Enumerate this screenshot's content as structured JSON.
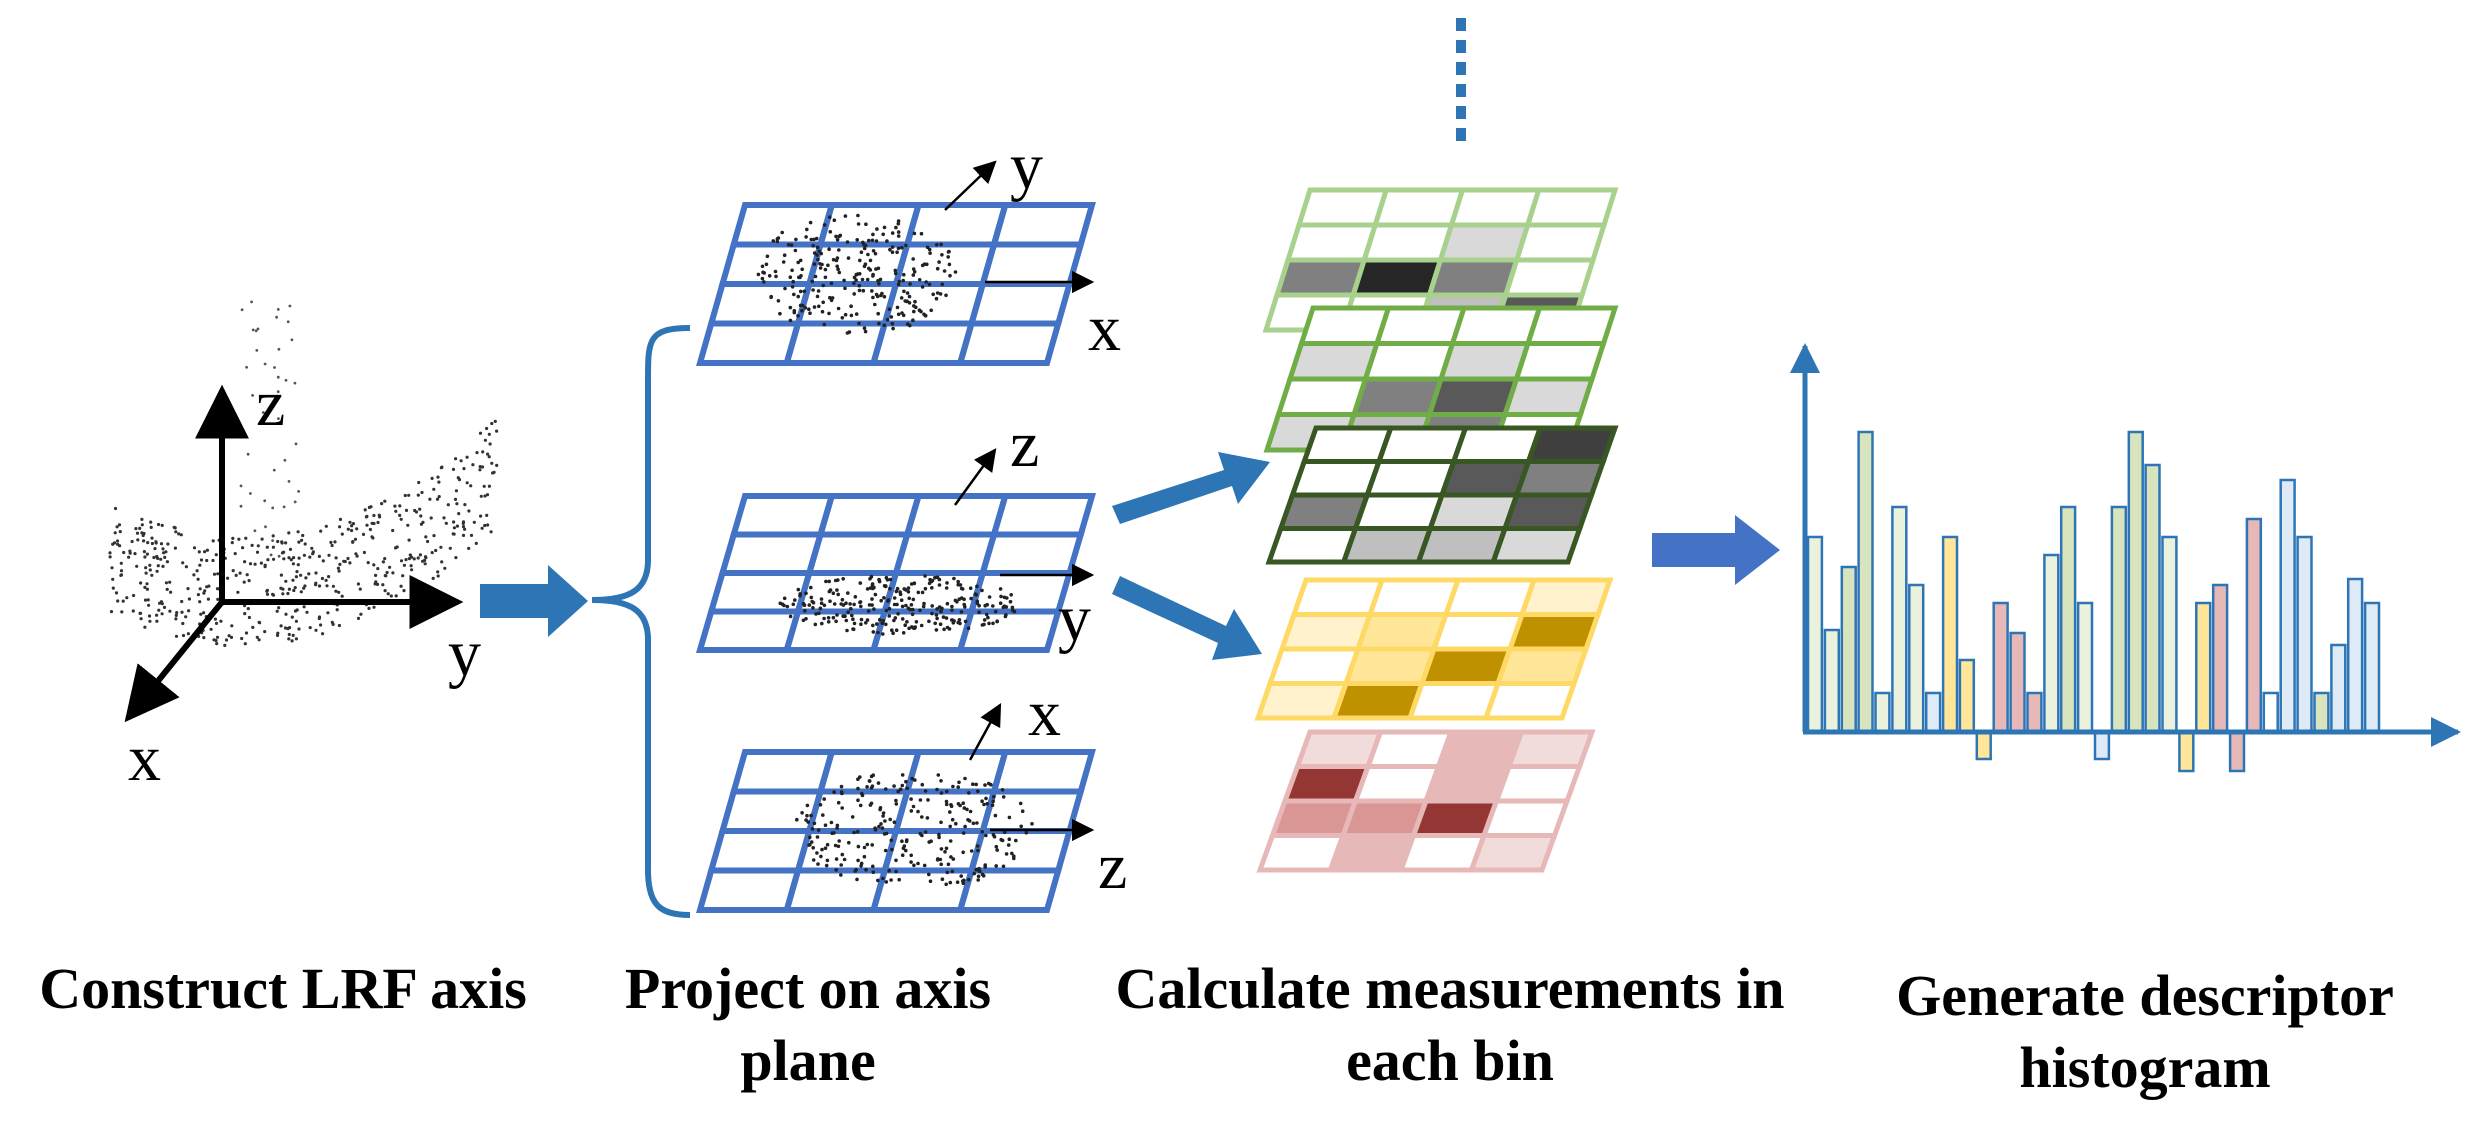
{
  "captions": {
    "step1": "Construct LRF axis",
    "step2": "Project on axis plane",
    "step3": "Calculate measurements in each bin",
    "step4": "Generate descriptor histogram"
  },
  "axes_labels": {
    "lrf": {
      "z": "z",
      "y": "y",
      "x": "x"
    },
    "plane_xy": {
      "up": "y",
      "right": "x"
    },
    "plane_yz": {
      "up": "z",
      "right": "y"
    },
    "plane_zx": {
      "up": "x",
      "right": "z"
    }
  },
  "colors": {
    "blue": "#2E75B6",
    "grid_blue": "#4472C4",
    "histogram_axis": "#2E75B6",
    "layer1_border": "#A9D18E",
    "layer2_border": "#70AD47",
    "layer3_border": "#548235",
    "layer4_border": "#FFD966",
    "layer5_border": "#E6B8B7"
  },
  "measurement_layers": [
    {
      "name": "layer-light-green",
      "border": "#A9D18E",
      "cells": [
        [
          "#FFFFFF",
          "#FFFFFF",
          "#FFFFFF",
          "#FFFFFF"
        ],
        [
          "#FFFFFF",
          "#FFFFFF",
          "#D9D9D9",
          "#FFFFFF"
        ],
        [
          "#808080",
          "#262626",
          "#808080",
          "#FFFFFF"
        ],
        [
          "#FFFFFF",
          "#FFFFFF",
          "#BFBFBF",
          "#595959"
        ]
      ]
    },
    {
      "name": "layer-mid-green",
      "border": "#70AD47",
      "cells": [
        [
          "#FFFFFF",
          "#FFFFFF",
          "#FFFFFF",
          "#FFFFFF"
        ],
        [
          "#D9D9D9",
          "#FFFFFF",
          "#D9D9D9",
          "#FFFFFF"
        ],
        [
          "#FFFFFF",
          "#808080",
          "#595959",
          "#D9D9D9"
        ],
        [
          "#D9D9D9",
          "#BFBFBF",
          "#808080",
          "#FFFFFF"
        ]
      ]
    },
    {
      "name": "layer-dark-green",
      "border": "#385723",
      "cells": [
        [
          "#FFFFFF",
          "#FFFFFF",
          "#FFFFFF",
          "#404040"
        ],
        [
          "#FFFFFF",
          "#FFFFFF",
          "#595959",
          "#808080"
        ],
        [
          "#808080",
          "#FFFFFF",
          "#D9D9D9",
          "#595959"
        ],
        [
          "#FFFFFF",
          "#BFBFBF",
          "#BFBFBF",
          "#D9D9D9"
        ]
      ]
    },
    {
      "name": "layer-yellow",
      "border": "#FFD966",
      "cells": [
        [
          "#FFFFFF",
          "#FFFFFF",
          "#FFFFFF",
          "#FFF2CC"
        ],
        [
          "#FFF2CC",
          "#FFE699",
          "#FFFFFF",
          "#BF9000"
        ],
        [
          "#FFFFFF",
          "#FFE699",
          "#BF9000",
          "#FFE699"
        ],
        [
          "#FFF2CC",
          "#BF9000",
          "#FFFFFF",
          "#FFFFFF"
        ]
      ]
    },
    {
      "name": "layer-red",
      "border": "#E6B8B7",
      "cells": [
        [
          "#F2DCDB",
          "#FFFFFF",
          "#E6B8B7",
          "#F2DCDB"
        ],
        [
          "#943634",
          "#FFFFFF",
          "#E6B8B7",
          "#FFFFFF"
        ],
        [
          "#D99694",
          "#D99694",
          "#943634",
          "#FFFFFF"
        ],
        [
          "#FFFFFF",
          "#E6B8B7",
          "#FFFFFF",
          "#F2DCDB"
        ]
      ]
    }
  ],
  "histogram_bars": [
    {
      "value": 0.65,
      "color": "#EAF1DD",
      "border": "#2E75B6"
    },
    {
      "value": 0.34,
      "color": "#EAF1DD",
      "border": "#2E75B6"
    },
    {
      "value": 0.55,
      "color": "#D7E4BD",
      "border": "#2E75B6"
    },
    {
      "value": 1.0,
      "color": "#D7E4BD",
      "border": "#2E75B6"
    },
    {
      "value": 0.13,
      "color": "#EAF1DD",
      "border": "#2E75B6"
    },
    {
      "value": 0.75,
      "color": "#EAF1DD",
      "border": "#2E75B6"
    },
    {
      "value": 0.49,
      "color": "#EAF1DD",
      "border": "#2E75B6"
    },
    {
      "value": 0.13,
      "color": "#DEEBF7",
      "border": "#2E75B6"
    },
    {
      "value": 0.65,
      "color": "#FFE699",
      "border": "#2E75B6"
    },
    {
      "value": 0.24,
      "color": "#FFE699",
      "border": "#2E75B6"
    },
    {
      "value": -0.09,
      "color": "#FFE699",
      "border": "#2E75B6"
    },
    {
      "value": 0.43,
      "color": "#E6B8B7",
      "border": "#2E75B6"
    },
    {
      "value": 0.33,
      "color": "#E6B8B7",
      "border": "#2E75B6"
    },
    {
      "value": 0.13,
      "color": "#E6B8B7",
      "border": "#2E75B6"
    },
    {
      "value": 0.59,
      "color": "#EAF1DD",
      "border": "#2E75B6"
    },
    {
      "value": 0.75,
      "color": "#D7E4BD",
      "border": "#2E75B6"
    },
    {
      "value": 0.43,
      "color": "#EAF1DD",
      "border": "#2E75B6"
    },
    {
      "value": -0.09,
      "color": "#DEEBF7",
      "border": "#2E75B6"
    },
    {
      "value": 0.75,
      "color": "#D7E4BD",
      "border": "#2E75B6"
    },
    {
      "value": 1.0,
      "color": "#D7E4BD",
      "border": "#2E75B6"
    },
    {
      "value": 0.89,
      "color": "#D7E4BD",
      "border": "#2E75B6"
    },
    {
      "value": 0.65,
      "color": "#EAF1DD",
      "border": "#2E75B6"
    },
    {
      "value": -0.13,
      "color": "#FFE699",
      "border": "#2E75B6"
    },
    {
      "value": 0.43,
      "color": "#FFE699",
      "border": "#2E75B6"
    },
    {
      "value": 0.49,
      "color": "#E6B8B7",
      "border": "#2E75B6"
    },
    {
      "value": -0.13,
      "color": "#E6B8B7",
      "border": "#2E75B6"
    },
    {
      "value": 0.71,
      "color": "#E6B8B7",
      "border": "#2E75B6"
    },
    {
      "value": 0.13,
      "color": "#FFFFFF",
      "border": "#2E75B6"
    },
    {
      "value": 0.84,
      "color": "#DEEBF7",
      "border": "#2E75B6"
    },
    {
      "value": 0.65,
      "color": "#DEEBF7",
      "border": "#2E75B6"
    },
    {
      "value": 0.13,
      "color": "#D7E4BD",
      "border": "#2E75B6"
    },
    {
      "value": 0.29,
      "color": "#DEEBF7",
      "border": "#2E75B6"
    },
    {
      "value": 0.51,
      "color": "#DEEBF7",
      "border": "#2E75B6"
    },
    {
      "value": 0.43,
      "color": "#DEEBF7",
      "border": "#2E75B6"
    }
  ]
}
